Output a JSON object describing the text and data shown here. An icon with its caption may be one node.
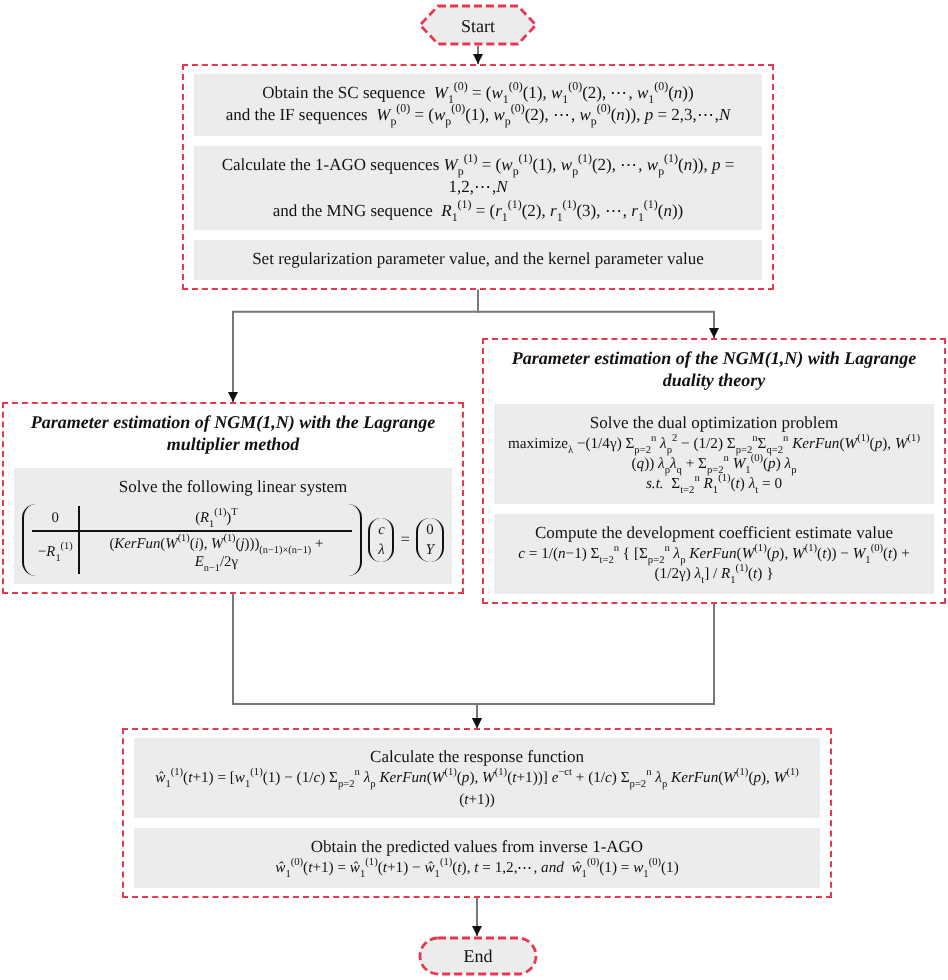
{
  "diagram": {
    "nodes": [
      {
        "text": [
          "Start"
        ]
      },
      {
        "text": [],
        "shape": "box"
      },
      {
        "text": [
          "Obtain the SC sequence  *W*$_{1}$$^{(0)}$ = (*w*$_{1}$$^{(0)}$(1), *w*$_{1}$$^{(0)}$(2), ⋯, *w*$_{1}$$^{(0)}$(*n*))",
          "and the IF sequences  *W*$_{p}$$^{(0)}$ = (*w*$_{p}$$^{(0)}$(1), *w*$_{p}$$^{(0)}$(2), ⋯, *w*$_{p}$$^{(0)}$(*n*)), *p* = 2,3,⋯,*N*"
        ],
        "in": 1
      },
      {
        "text": [
          "Calculate the 1-AGO sequences *W*$_{p}$$^{(1)}$ = (*w*$_{p}$$^{(1)}$(1), *w*$_{p}$$^{(1)}$(2), ⋯, *w*$_{p}$$^{(1)}$(*n*)), *p* = 1,2,⋯,*N*",
          "and the MNG sequence  *R*$_{1}$$^{(1)}$ = (*r*$_{1}$$^{(1)}$(2), *r*$_{1}$$^{(1)}$(3), ⋯, *r*$_{1}$$^{(1)}$(*n*))"
        ],
        "in": 1
      },
      {
        "text": [
          "Set regularization parameter value, and the kernel parameter value"
        ],
        "in": 1
      },
      {
        "text": [
          "Parameter estimation of NGM(1,N) with the Lagrange multiplier method"
        ]
      },
      {
        "text": [
          "Solve the following linear system",
          "0",
          "(*R*$_{1}$$^{(1)}$)$^{T}$",
          "−*R*$_{1}$$^{(1)}$",
          "(*KerFun*(*W*$^{(1)}$(*i*), *W*$^{(1)}$(*j*)))$_{(n−1)×(n−1)}$ + *E*$_{n−1}$/2γ",
          "*c*",
          "*λ*",
          "=",
          "0",
          "*Y*"
        ],
        "in": 5
      },
      {
        "text": [
          "Parameter estimation of the NGM(1,N) with Lagrange duality theory"
        ]
      },
      {
        "text": [
          "Solve the dual optimization problem",
          "maximize$_{λ}$ −(1/4γ) Σ$_{p=2}$$^{n}$ *λ*$_{p}$$^{2}$ − (1/2) Σ$_{p=2}$$^{n}$Σ$_{q=2}$$^{n}$ *KerFun*(*W*$^{(1)}$(*p*), *W*$^{(1)}$(*q*)) *λ*$_{p}$*λ*$_{q}$ + Σ$_{p=2}$$^{n}$ *W*$_{1}$$^{(0)}$(*p*) *λ*$_{p}$",
          "*s.t.*  Σ$_{t=2}$$^{n}$ *R*$_{1}$$^{(1)}$(*t*) *λ*$_{t}$ = 0"
        ],
        "in": 7
      },
      {
        "text": [
          "Compute the development coefficient estimate value",
          "*c* = 1/(*n*−1) Σ$_{t=2}$$^{n}$ { [Σ$_{p=2}$$^{n}$ *λ*$_{p}$ *KerFun*(*W*$^{(1)}$(*p*), *W*$^{(1)}$(*t*)) − *W*$_{1}$$^{(0)}$(*t*) + (1/2γ) *λ*$_{t}$] / *R*$_{1}$$^{(1)}$(*t*) }"
        ],
        "in": 7
      },
      {
        "text": [],
        "shape": "box"
      },
      {
        "text": [
          "Calculate the response function",
          "*ŵ*$_{1}$$^{(1)}$(*t*+1) = [*w*$_{1}$$^{(1)}$(1) − (1/*c*) Σ$_{p=2}$$^{n}$ *λ*$_{p}$ *KerFun*(*W*$^{(1)}$(*p*), *W*$^{(1)}$(*t*+1))] *e*$^{−ct}$ + (1/*c*) Σ$_{p=2}$$^{n}$ *λ*$_{p}$ *KerFun*(*W*$^{(1)}$(*p*), *W*$^{(1)}$(*t*+1))"
        ],
        "in": 10
      },
      {
        "text": [
          "Obtain the predicted values from inverse 1-AGO",
          "*ŵ*$_{1}$$^{(0)}$(*t*+1) = *ŵ*$_{1}$$^{(1)}$(*t*+1) − *ŵ*$_{1}$$^{(1)}$(*t*), *t* = 1,2,⋯, *and*  *ŵ*$_{1}$$^{(0)}$(1) = *w*$_{1}$$^{(0)}$(1)"
        ],
        "in": 10
      },
      {
        "text": [
          "End"
        ]
      }
    ],
    "edges": [
      {
        "from": 0,
        "to": 1,
        "arrow": "to"
      },
      {
        "from": 1,
        "to": 5,
        "arrow": "to"
      },
      {
        "from": 1,
        "to": 7,
        "arrow": "to"
      },
      {
        "from": 5,
        "to": 10,
        "arrow": "to"
      },
      {
        "from": 7,
        "to": 10,
        "arrow": "to"
      },
      {
        "from": 10,
        "to": 13,
        "arrow": "to"
      }
    ]
  }
}
